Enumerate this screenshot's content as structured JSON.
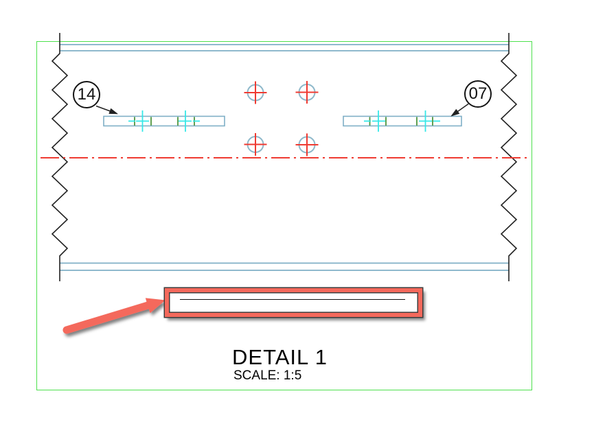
{
  "colors": {
    "border_green": "#4ce04c",
    "steel_blue": "#7fafc6",
    "hole_blue": "#8fb9cb",
    "red": "#ef3a31",
    "cyan": "#35e8e8",
    "tick_green": "#4f953e",
    "line_black": "#222222",
    "highlight_red": "#f4695c"
  },
  "drawing": {
    "title": "DETAIL 1",
    "scale_label": "SCALE: 1:5",
    "balloons": [
      {
        "label": "14"
      },
      {
        "label": "07"
      }
    ]
  }
}
